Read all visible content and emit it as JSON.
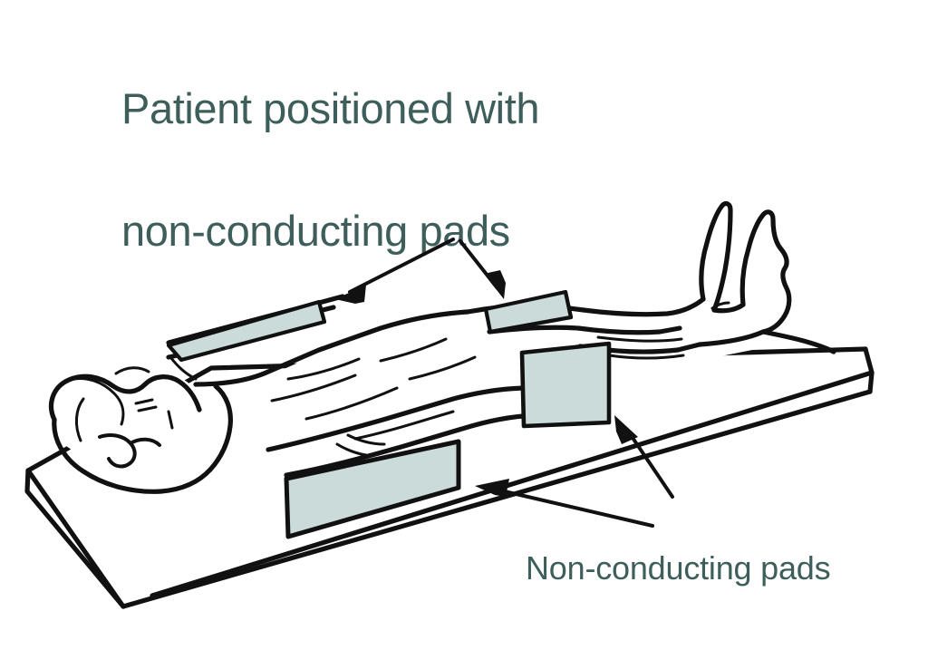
{
  "figure": {
    "kind": "medical-illustration",
    "subject": "patient supine on operating table with non-conducting pads",
    "background_color": "#ffffff"
  },
  "title": {
    "line1": "Patient positioned with",
    "line2": "non-conducting pads",
    "color": "#3d5e5b"
  },
  "caption": {
    "label": "Non-conducting pads",
    "color": "#3d5e5b"
  },
  "colors": {
    "ink": "#111111",
    "pad_fill": "#cbdbda",
    "pad_fill_light": "#d7e4e3",
    "paper": "#ffffff",
    "teal_text": "#3d5e5b"
  },
  "annotations": {
    "arrows": [
      {
        "name": "arrow-to-upper-arm-pad",
        "target": "upper arm pad",
        "direction": "down-left"
      },
      {
        "name": "arrow-to-knee-pad",
        "target": "between-knees pad",
        "direction": "down-right"
      },
      {
        "name": "arrow-to-upright-pad",
        "target": "upright pad at hand",
        "direction": "up-left"
      },
      {
        "name": "arrow-to-foreground-pad",
        "target": "foreground pad at torso",
        "direction": "left"
      }
    ]
  },
  "scene": {
    "table_label": "operating table",
    "patient_label": "patient",
    "pads": [
      {
        "name": "pad-upper-arm",
        "placement": "under upper arm / shoulder"
      },
      {
        "name": "pad-between-knees",
        "placement": "between knees"
      },
      {
        "name": "pad-upright-hand",
        "placement": "beside hand, upright"
      },
      {
        "name": "pad-foreground-torso",
        "placement": "along torso, foreground"
      }
    ]
  }
}
